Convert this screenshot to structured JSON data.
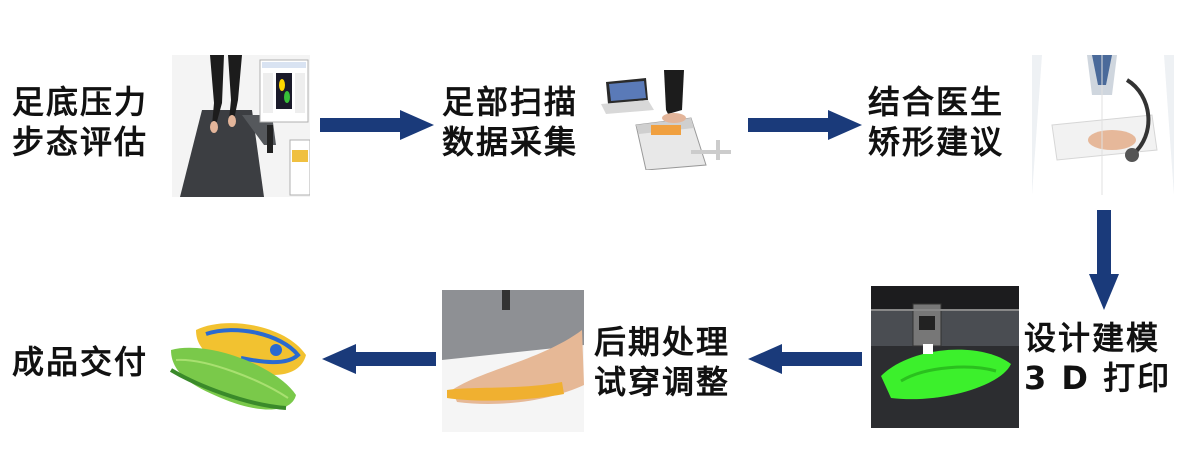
{
  "steps": [
    {
      "line1": "足底压力",
      "line2": "步态评估"
    },
    {
      "line1": "足部扫描",
      "line2": "数据采集"
    },
    {
      "line1": "结合医生",
      "line2": "矫形建议"
    },
    {
      "line1": "设计建模",
      "line2": "3 D 打印"
    },
    {
      "line1": "后期处理",
      "line2": "试穿调整"
    },
    {
      "line1": "成品交付"
    }
  ],
  "colors": {
    "arrow": "#1a3a7a",
    "text": "#111111"
  }
}
